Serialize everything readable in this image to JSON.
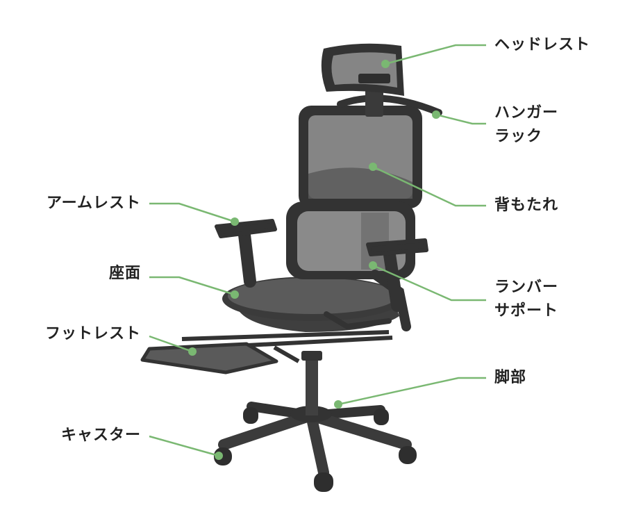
{
  "colors": {
    "leader": "#7ab872",
    "frame": "#3b3b3b",
    "mesh": "#858585",
    "mesh_dark": "#5a5a5a",
    "text": "#222222"
  },
  "labels": {
    "headrest": "ヘッドレスト",
    "hanger_line1": "ハンガー",
    "hanger_line2": "ラック",
    "backrest": "背もたれ",
    "lumbar_line1": "ランバー",
    "lumbar_line2": "サポート",
    "legs": "脚部",
    "armrest": "アームレスト",
    "seat": "座面",
    "footrest": "フットレスト",
    "caster": "キャスター"
  }
}
